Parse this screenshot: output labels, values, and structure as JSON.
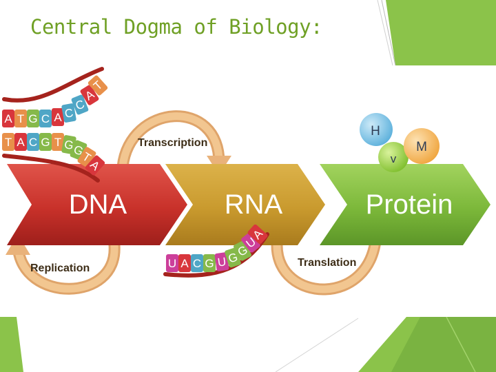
{
  "slide": {
    "title": "Central Dogma of Biology:"
  },
  "colors": {
    "title_green": "#6fa025",
    "dna_red": "#c8312a",
    "rna_gold": "#c99a2e",
    "protein_green": "#7cb83a",
    "cycle_arrow": "#e9b27a",
    "corner_green": "#8bc34a"
  },
  "diagram": {
    "stages": [
      {
        "label": "DNA"
      },
      {
        "label": "RNA"
      },
      {
        "label": "Protein"
      }
    ],
    "processes": {
      "transcription": "Transcription",
      "translation": "Translation",
      "replication": "Replication"
    },
    "dna_top_strand": [
      "A",
      "T",
      "G",
      "C",
      "A",
      "C",
      "C",
      "A",
      "T"
    ],
    "dna_bottom_strand": [
      "T",
      "A",
      "C",
      "G",
      "T",
      "G",
      "G",
      "T",
      "A"
    ],
    "rna_strand": [
      "U",
      "A",
      "C",
      "G",
      "U",
      "G",
      "G",
      "U",
      "A"
    ],
    "amino_acids": [
      "H",
      "V",
      "M"
    ]
  }
}
